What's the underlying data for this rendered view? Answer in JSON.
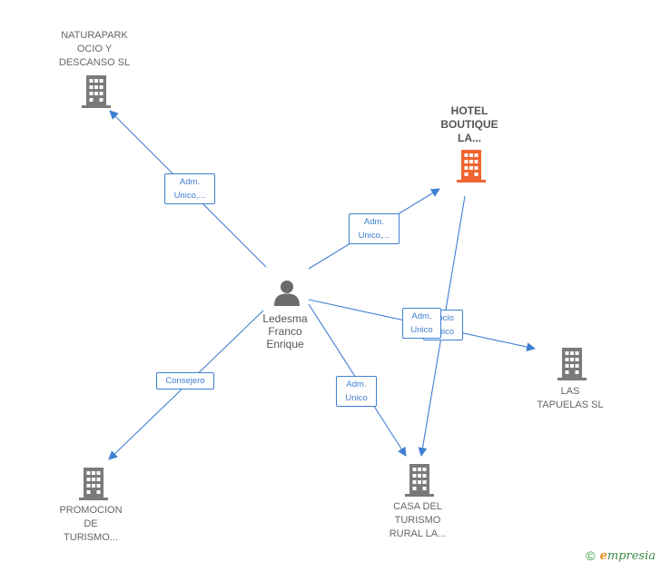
{
  "colors": {
    "edge": "#3f7fd1",
    "building": "#7a7a7a",
    "building_highlight": "#f26430",
    "person": "#6b6b6b"
  },
  "person": {
    "label": "Ledesma\nFranco\nEnrique",
    "icon": "person-icon"
  },
  "companies": {
    "naturapark": {
      "label": "NATURAPARK\nOCIO Y\nDESCANSO SL",
      "icon": "building-icon"
    },
    "hotel": {
      "label": "HOTEL\nBOUTIQUE\nLA...",
      "icon": "building-icon",
      "highlight": true
    },
    "tapuelas": {
      "label": "LAS\nTAPUELAS SL",
      "icon": "building-icon"
    },
    "casa": {
      "label": "CASA DEL\nTURISMO\nRURAL LA...",
      "icon": "building-icon"
    },
    "promocion": {
      "label": "PROMOCION\nDE\nTURISMO...",
      "icon": "building-icon"
    }
  },
  "edges": {
    "naturapark": "Adm.\nUnico,...",
    "hotel": "Adm.\nUnico,...",
    "tapuelas_back": "Socio\nÚnico",
    "tapuelas": "Adm.\nUnico",
    "casa": "Adm.\nUnico",
    "promocion": "Consejero"
  },
  "footer": {
    "copyright": "©",
    "brand_first": "e",
    "brand_rest": "mpresia"
  }
}
